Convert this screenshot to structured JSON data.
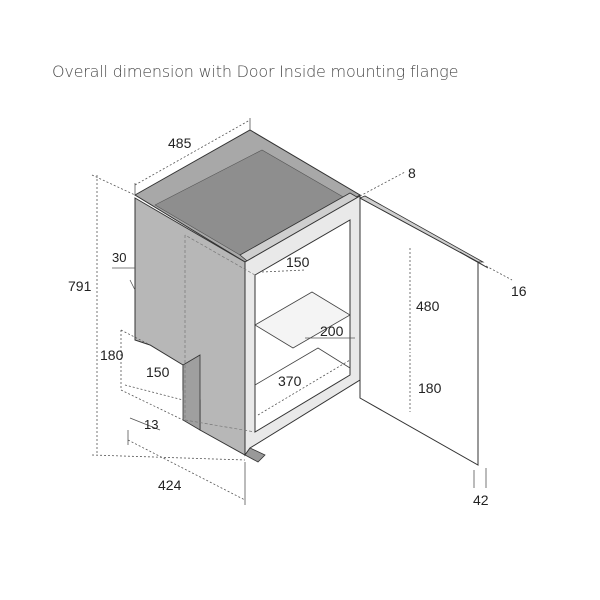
{
  "title": "Overall dimension with Door Inside mounting flange",
  "dimensions": {
    "width_top": "485",
    "height_total": "791",
    "flange_top": "30",
    "step_height": "180",
    "step_depth": "150",
    "foot": "13",
    "base_depth": "424",
    "door_gap": "8",
    "shelf_depth": "150",
    "inner_upper_height": "480",
    "shelf_width": "200",
    "inner_width": "370",
    "inner_lower_height": "180",
    "door_thickness": "16",
    "door_flange": "42"
  },
  "colors": {
    "cabinet_fill": "#a9a9a9",
    "side_fill": "#c4c4c4",
    "line": "#222222",
    "dim_line": "#555555"
  }
}
